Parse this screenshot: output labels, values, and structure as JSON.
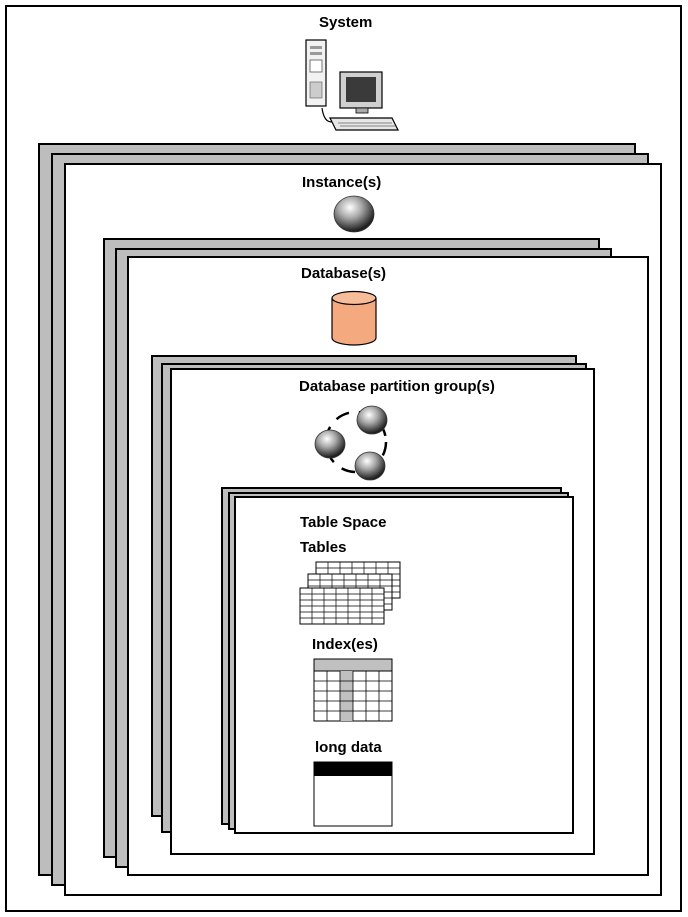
{
  "diagram": {
    "system_label": "System",
    "instance_label": "Instance(s)",
    "database_label": "Database(s)",
    "partition_group_label": "Database partition group(s)",
    "table_space_label": "Table Space",
    "tables_label": "Tables",
    "indexes_label": "Index(es)",
    "long_data_label": "long data"
  },
  "colors": {
    "stack_fill": "#bdbdbd",
    "database_cylinder": "#f4a97f",
    "index_header": "#c0c0c0"
  },
  "icons": [
    "computer-icon",
    "sphere-icon",
    "database-cylinder-icon",
    "partition-group-icon",
    "tables-stack-icon",
    "index-grid-icon",
    "long-data-icon"
  ]
}
